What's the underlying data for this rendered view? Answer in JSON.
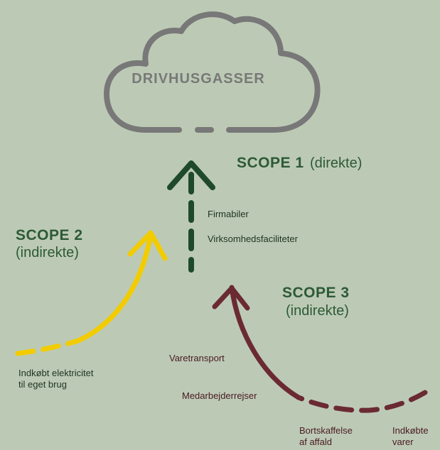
{
  "cloud": {
    "label": "DRIVHUSGASSER"
  },
  "scope1": {
    "title": "SCOPE 1",
    "subtitle": "(direkte)",
    "items": [
      "Firmabiler",
      "Virksomhedsfaciliteter"
    ]
  },
  "scope2": {
    "title": "SCOPE 2",
    "subtitle": "(indirekte)",
    "items": [
      "Indkøbt elektricitet\ntil eget brug"
    ]
  },
  "scope3": {
    "title": "SCOPE 3",
    "subtitle": "(indirekte)",
    "items": [
      "Varetransport",
      "Medarbejderrejser",
      "Bortskaffelse\naf affald",
      "Indkøbte\nvarer"
    ]
  },
  "colors": {
    "background": "#bccab5",
    "cloud": "#787878",
    "scope1": "#1f4a2a",
    "scope2": "#f2cc00",
    "scope3": "#6b2a32",
    "scope_title": "#2d5a36"
  }
}
